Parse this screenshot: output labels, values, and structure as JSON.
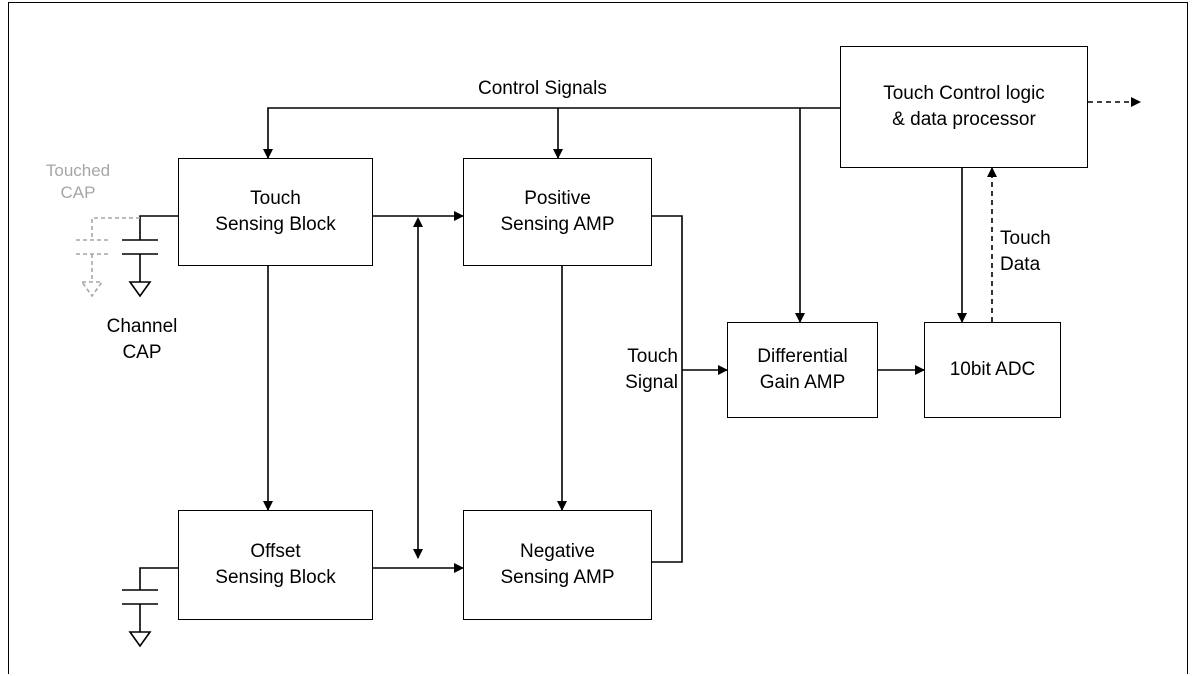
{
  "blocks": {
    "touch_sensing": [
      "Touch",
      "Sensing Block"
    ],
    "offset_sensing": [
      "Offset",
      "Sensing Block"
    ],
    "positive_amp": [
      "Positive",
      "Sensing AMP"
    ],
    "negative_amp": [
      "Negative",
      "Sensing AMP"
    ],
    "differential_amp": [
      "Differential",
      "Gain AMP"
    ],
    "adc": [
      "10bit ADC"
    ],
    "control_logic": [
      "Touch Control logic",
      "& data processor"
    ]
  },
  "labels": {
    "control_signals": "Control Signals",
    "touched_cap": [
      "Touched",
      "CAP"
    ],
    "channel_cap": [
      "Channel",
      "CAP"
    ],
    "touch_signal": [
      "Touch",
      "Signal"
    ],
    "touch_data": [
      "Touch",
      "Data"
    ]
  },
  "colors": {
    "line": "#000000",
    "touched_cap": "#a6a6a6"
  }
}
